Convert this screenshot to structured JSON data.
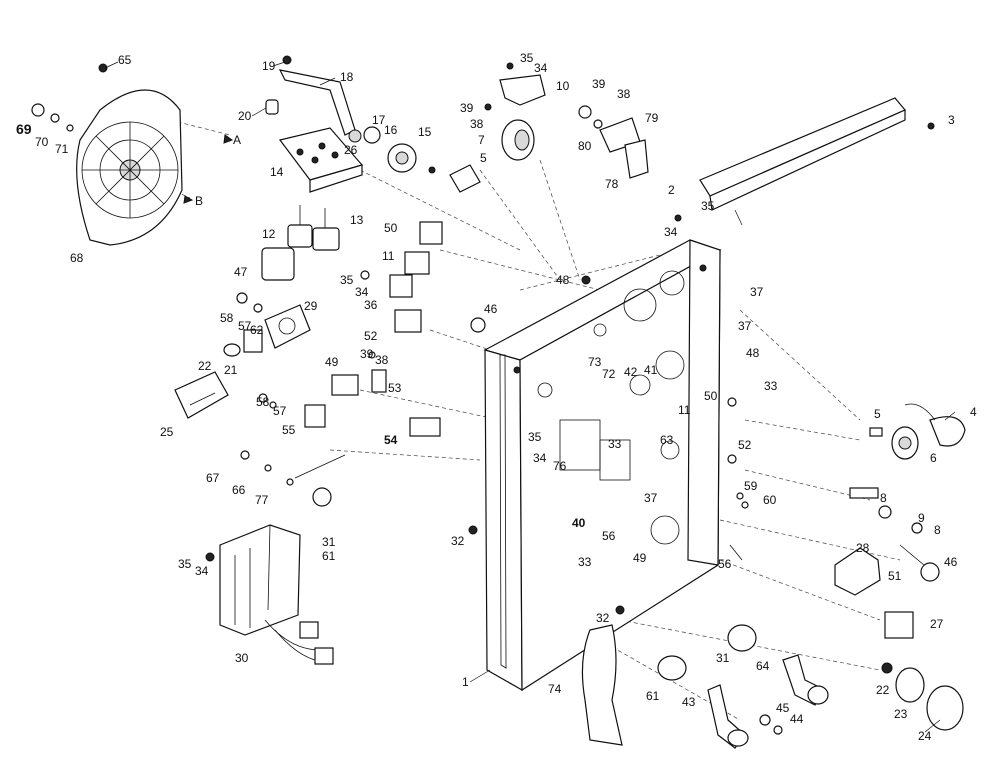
{
  "callouts": [
    {
      "id": "c65",
      "text": "65"
    },
    {
      "id": "c69",
      "text": "69"
    },
    {
      "id": "c70",
      "text": "70"
    },
    {
      "id": "c71",
      "text": "71"
    },
    {
      "id": "c68",
      "text": "68"
    },
    {
      "id": "cA",
      "text": "A"
    },
    {
      "id": "cB",
      "text": "B"
    },
    {
      "id": "c19",
      "text": "19"
    },
    {
      "id": "c18",
      "text": "18"
    },
    {
      "id": "c20",
      "text": "20"
    },
    {
      "id": "c17",
      "text": "17"
    },
    {
      "id": "c16",
      "text": "16"
    },
    {
      "id": "c15",
      "text": "15"
    },
    {
      "id": "c26",
      "text": "26"
    },
    {
      "id": "c14",
      "text": "14"
    },
    {
      "id": "c12",
      "text": "12"
    },
    {
      "id": "c13",
      "text": "13"
    },
    {
      "id": "c47",
      "text": "47"
    },
    {
      "id": "c58a",
      "text": "58"
    },
    {
      "id": "c57a",
      "text": "57"
    },
    {
      "id": "c62",
      "text": "62"
    },
    {
      "id": "c29",
      "text": "29"
    },
    {
      "id": "c22a",
      "text": "22"
    },
    {
      "id": "c21",
      "text": "21"
    },
    {
      "id": "c25",
      "text": "25"
    },
    {
      "id": "c58b",
      "text": "58"
    },
    {
      "id": "c57b",
      "text": "57"
    },
    {
      "id": "c55",
      "text": "55"
    },
    {
      "id": "c67",
      "text": "67"
    },
    {
      "id": "c66",
      "text": "66"
    },
    {
      "id": "c77",
      "text": "77"
    },
    {
      "id": "c31a",
      "text": "31"
    },
    {
      "id": "c61a",
      "text": "61"
    },
    {
      "id": "c35a",
      "text": "35"
    },
    {
      "id": "c34a",
      "text": "34"
    },
    {
      "id": "c30",
      "text": "30"
    },
    {
      "id": "c35b",
      "text": "35"
    },
    {
      "id": "c34b",
      "text": "34"
    },
    {
      "id": "c10",
      "text": "10"
    },
    {
      "id": "c39a",
      "text": "39"
    },
    {
      "id": "c38a",
      "text": "38"
    },
    {
      "id": "c7",
      "text": "7"
    },
    {
      "id": "c5a",
      "text": "5"
    },
    {
      "id": "c39b",
      "text": "39"
    },
    {
      "id": "c38b",
      "text": "38"
    },
    {
      "id": "c79",
      "text": "79"
    },
    {
      "id": "c80",
      "text": "80"
    },
    {
      "id": "c78",
      "text": "78"
    },
    {
      "id": "c3",
      "text": "3"
    },
    {
      "id": "c2",
      "text": "2"
    },
    {
      "id": "c35c",
      "text": "35"
    },
    {
      "id": "c34c",
      "text": "34"
    },
    {
      "id": "c50a",
      "text": "50"
    },
    {
      "id": "c11a",
      "text": "11"
    },
    {
      "id": "c48a",
      "text": "48"
    },
    {
      "id": "c35d",
      "text": "35"
    },
    {
      "id": "c34d",
      "text": "34"
    },
    {
      "id": "c36",
      "text": "36"
    },
    {
      "id": "c46a",
      "text": "46"
    },
    {
      "id": "c52a",
      "text": "52"
    },
    {
      "id": "c49a",
      "text": "49"
    },
    {
      "id": "c39c",
      "text": "39"
    },
    {
      "id": "c38c",
      "text": "38"
    },
    {
      "id": "c53",
      "text": "53"
    },
    {
      "id": "c54",
      "text": "54"
    },
    {
      "id": "c37a",
      "text": "37"
    },
    {
      "id": "c37b",
      "text": "37"
    },
    {
      "id": "c48b",
      "text": "48"
    },
    {
      "id": "c73",
      "text": "73"
    },
    {
      "id": "c72",
      "text": "72"
    },
    {
      "id": "c42",
      "text": "42"
    },
    {
      "id": "c41",
      "text": "41"
    },
    {
      "id": "c50b",
      "text": "50"
    },
    {
      "id": "c33a",
      "text": "33"
    },
    {
      "id": "c11b",
      "text": "11"
    },
    {
      "id": "c35e",
      "text": "35"
    },
    {
      "id": "c33b",
      "text": "33"
    },
    {
      "id": "c63",
      "text": "63"
    },
    {
      "id": "c34e",
      "text": "34"
    },
    {
      "id": "c76",
      "text": "76"
    },
    {
      "id": "c52b",
      "text": "52"
    },
    {
      "id": "c37c",
      "text": "37"
    },
    {
      "id": "c59",
      "text": "59"
    },
    {
      "id": "c60",
      "text": "60"
    },
    {
      "id": "c40",
      "text": "40"
    },
    {
      "id": "c32a",
      "text": "32"
    },
    {
      "id": "c56a",
      "text": "56"
    },
    {
      "id": "c49b",
      "text": "49"
    },
    {
      "id": "c33c",
      "text": "33"
    },
    {
      "id": "c56b",
      "text": "56"
    },
    {
      "id": "c32b",
      "text": "32"
    },
    {
      "id": "c1",
      "text": "1"
    },
    {
      "id": "c74",
      "text": "74"
    },
    {
      "id": "c61b",
      "text": "61"
    },
    {
      "id": "c31b",
      "text": "31"
    },
    {
      "id": "c43",
      "text": "43"
    },
    {
      "id": "c45",
      "text": "45"
    },
    {
      "id": "c44",
      "text": "44"
    },
    {
      "id": "c64",
      "text": "64"
    },
    {
      "id": "c5b",
      "text": "5"
    },
    {
      "id": "c4",
      "text": "4"
    },
    {
      "id": "c6",
      "text": "6"
    },
    {
      "id": "c8a",
      "text": "8"
    },
    {
      "id": "c9",
      "text": "9"
    },
    {
      "id": "c8b",
      "text": "8"
    },
    {
      "id": "c28",
      "text": "28"
    },
    {
      "id": "c51",
      "text": "51"
    },
    {
      "id": "c46b",
      "text": "46"
    },
    {
      "id": "c27",
      "text": "27"
    },
    {
      "id": "c22b",
      "text": "22"
    },
    {
      "id": "c23",
      "text": "23"
    },
    {
      "id": "c24",
      "text": "24"
    }
  ]
}
